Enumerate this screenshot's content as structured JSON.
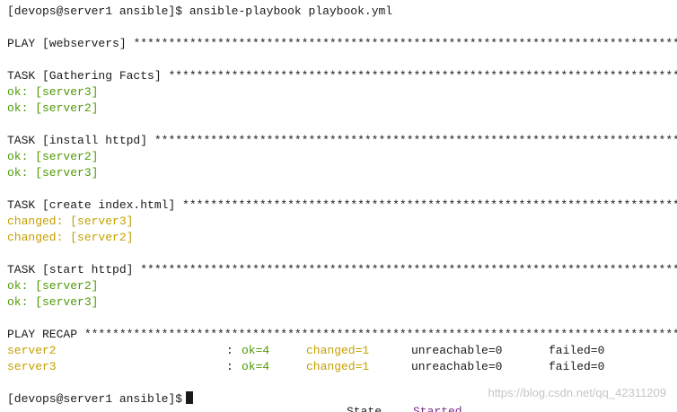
{
  "colors": {
    "ok": "#4e9a06",
    "changed": "#c4a000",
    "text": "#1a1a1a",
    "background": "#ffffff"
  },
  "command_line": {
    "prompt": "[devops@server1 ansible]$",
    "command": "ansible-playbook playbook.yml"
  },
  "play": {
    "title": "PLAY [webservers]"
  },
  "tasks": [
    {
      "title": "TASK [Gathering Facts]",
      "results": [
        {
          "status": "ok",
          "text": "ok: [server3]"
        },
        {
          "status": "ok",
          "text": "ok: [server2]"
        }
      ]
    },
    {
      "title": "TASK [install httpd]",
      "results": [
        {
          "status": "ok",
          "text": "ok: [server2]"
        },
        {
          "status": "ok",
          "text": "ok: [server3]"
        }
      ]
    },
    {
      "title": "TASK [create index.html]",
      "results": [
        {
          "status": "changed",
          "text": "changed: [server3]"
        },
        {
          "status": "changed",
          "text": "changed: [server2]"
        }
      ]
    },
    {
      "title": "TASK [start httpd]",
      "results": [
        {
          "status": "ok",
          "text": "ok: [server2]"
        },
        {
          "status": "ok",
          "text": "ok: [server3]"
        }
      ]
    }
  ],
  "recap": {
    "title": "PLAY RECAP",
    "rows": [
      {
        "host": "server2",
        "colon": ":",
        "ok": "ok=4",
        "changed": "changed=1",
        "unreachable": "unreachable=0",
        "failed": "failed=0"
      },
      {
        "host": "server3",
        "colon": ":",
        "ok": "ok=4",
        "changed": "changed=1",
        "unreachable": "unreachable=0",
        "failed": "failed=0"
      }
    ]
  },
  "final_prompt": "[devops@server1 ansible]$",
  "watermark": "https://blog.csdn.net/qq_42311209",
  "bottom_fragments": {
    "left": "State",
    "right": "Started"
  }
}
